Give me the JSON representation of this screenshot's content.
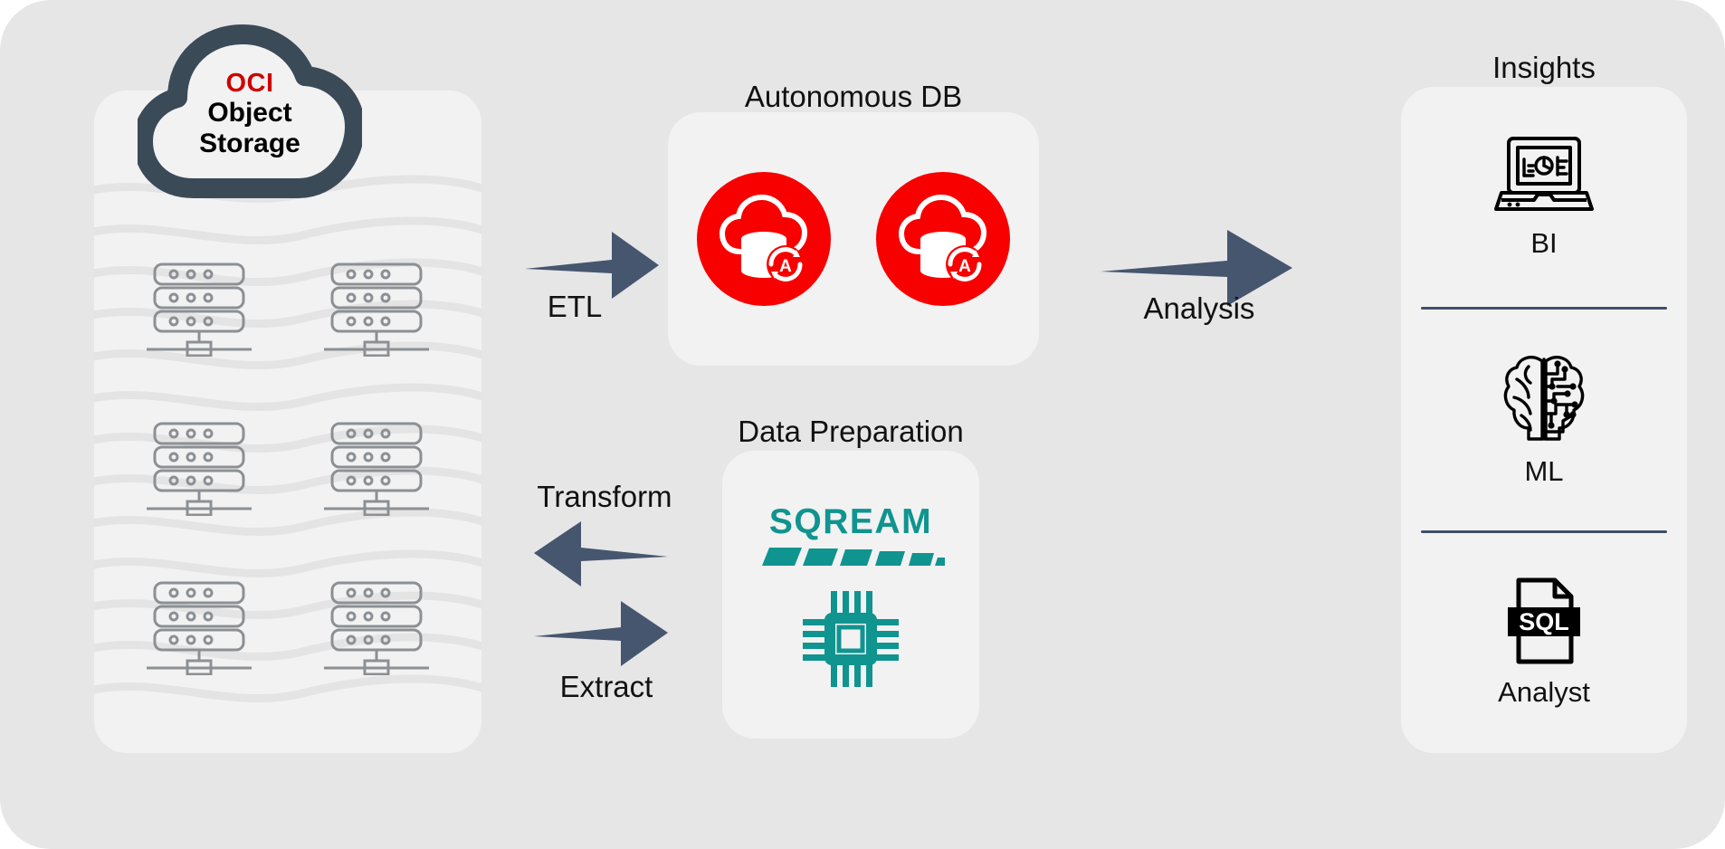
{
  "diagram": {
    "title": "OCI Object Storage to SQREAM Data Preparation and Insights Architecture",
    "background_color": "#e6e6e6",
    "card_color": "#f2f2f2",
    "arrow_color": "#46566f",
    "accent_red": "#f80000",
    "accent_teal": "#109490",
    "accent_slate": "#3b4a57"
  },
  "storage": {
    "cloud_logo": {
      "brand": "OCI",
      "line1": "Object",
      "line2": "Storage",
      "brand_color": "#d00000",
      "cloud_color": "#3b4a57"
    },
    "server_count": 6,
    "server_icon_name": "server-rack-icon"
  },
  "autonomous_db": {
    "title": "Autonomous DB",
    "instances": [
      {
        "icon": "autonomous-database-icon",
        "badge": "A"
      },
      {
        "icon": "autonomous-database-icon",
        "badge": "A"
      }
    ]
  },
  "data_preparation": {
    "title": "Data Preparation",
    "logo_text": "SQREAM",
    "logo_color": "#109490",
    "chip_icon": "cpu-chip-icon"
  },
  "insights": {
    "title": "Insights",
    "items": [
      {
        "label": "BI",
        "icon": "laptop-analytics-icon"
      },
      {
        "label": "ML",
        "icon": "ai-brain-icon"
      },
      {
        "label": "Analyst",
        "icon": "sql-file-icon"
      }
    ]
  },
  "flows": [
    {
      "id": "etl",
      "label": "ETL",
      "direction": "right"
    },
    {
      "id": "analysis",
      "label": "Analysis",
      "direction": "right"
    },
    {
      "id": "transform",
      "label": "Transform",
      "direction": "left"
    },
    {
      "id": "extract",
      "label": "Extract",
      "direction": "right"
    }
  ]
}
